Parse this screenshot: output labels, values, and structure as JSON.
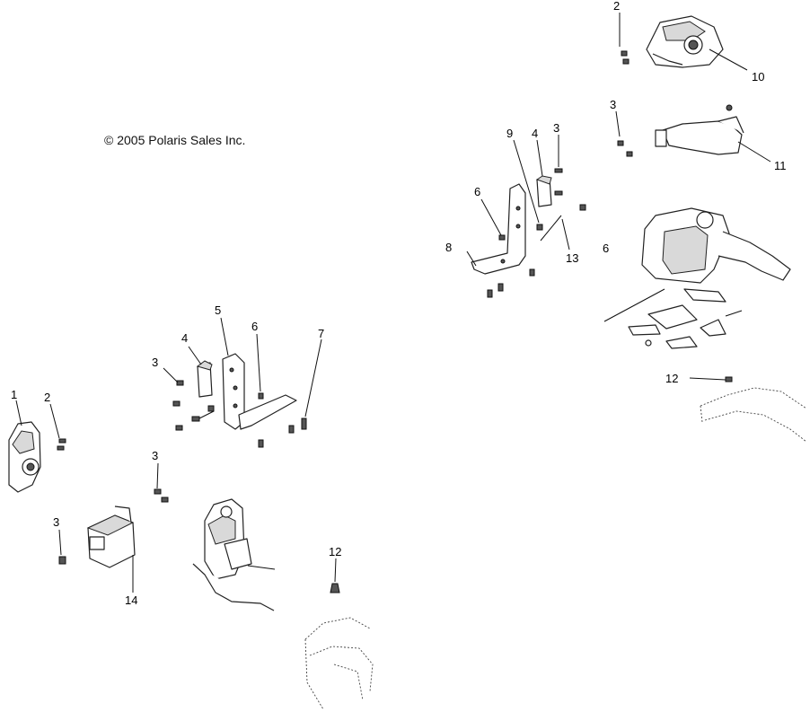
{
  "diagram": {
    "copyright": "© 2005 Polaris Sales Inc.",
    "callouts": {
      "c1": "1",
      "c2a": "2",
      "c2b": "2",
      "c3a": "3",
      "c3b": "3",
      "c3c": "3",
      "c3d": "3",
      "c3e": "3",
      "c4a": "4",
      "c4b": "4",
      "c5": "5",
      "c6a": "6",
      "c6b": "6",
      "c6c": "6",
      "c7": "7",
      "c8": "8",
      "c9": "9",
      "c10": "10",
      "c11": "11",
      "c12a": "12",
      "c12b": "12",
      "c13": "13",
      "c14": "14"
    }
  }
}
